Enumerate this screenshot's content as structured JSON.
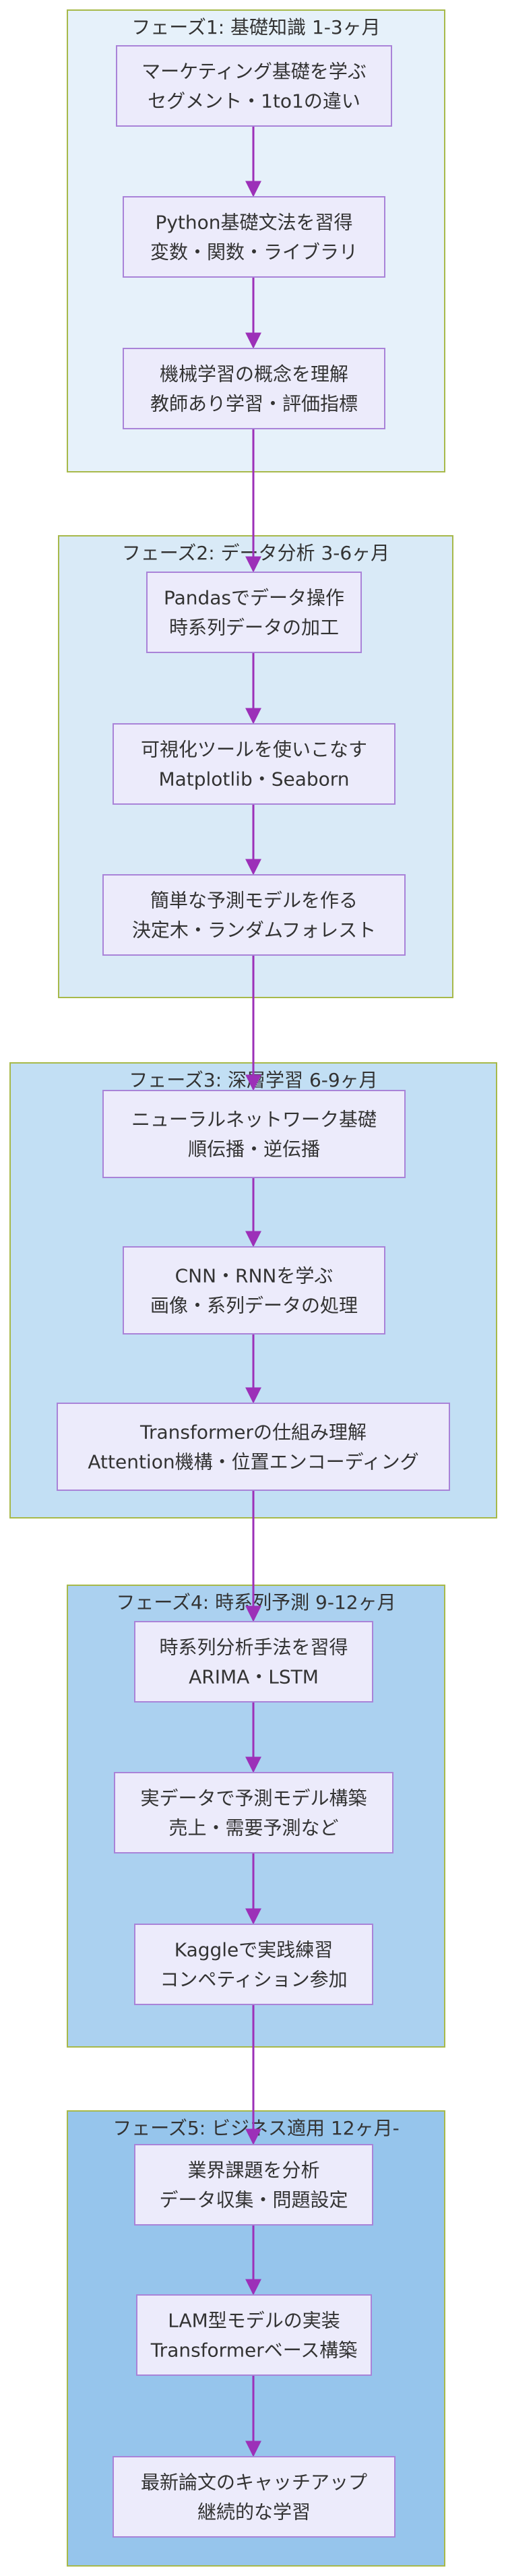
{
  "phases": [
    {
      "title": "フェーズ1: 基礎知識 1-3ヶ月",
      "fill": "#e6f1fa",
      "nodes": [
        {
          "lines": [
            "マーケティング基礎を学ぶ",
            "セグメント・1to1の違い"
          ]
        },
        {
          "lines": [
            "Python基礎文法を習得",
            "変数・関数・ライブラリ"
          ]
        },
        {
          "lines": [
            "機械学習の概念を理解",
            "教師あり学習・評価指標"
          ]
        }
      ]
    },
    {
      "title": "フェーズ2: データ分析 3-6ヶ月",
      "fill": "#d9eaf7",
      "nodes": [
        {
          "lines": [
            "Pandasでデータ操作",
            "時系列データの加工"
          ]
        },
        {
          "lines": [
            "可視化ツールを使いこなす",
            "Matplotlib・Seaborn"
          ]
        },
        {
          "lines": [
            "簡単な予測モデルを作る",
            "決定木・ランダムフォレスト"
          ]
        }
      ]
    },
    {
      "title": "フェーズ3: 深層学習 6-9ヶ月",
      "fill": "#c2dff4",
      "nodes": [
        {
          "lines": [
            "ニューラルネットワーク基礎",
            "順伝播・逆伝播"
          ]
        },
        {
          "lines": [
            "CNN・RNNを学ぶ",
            "画像・系列データの処理"
          ]
        },
        {
          "lines": [
            "Transformerの仕組み理解",
            "Attention機構・位置エンコーディング"
          ]
        }
      ]
    },
    {
      "title": "フェーズ4: 時系列予測 9-12ヶ月",
      "fill": "#abd1f0",
      "nodes": [
        {
          "lines": [
            "時系列分析手法を習得",
            "ARIMA・LSTM"
          ]
        },
        {
          "lines": [
            "実データで予測モデル構築",
            "売上・需要予測など"
          ]
        },
        {
          "lines": [
            "Kaggleで実践練習",
            "コンペティション参加"
          ]
        }
      ]
    },
    {
      "title": "フェーズ5: ビジネス適用 12ヶ月-",
      "fill": "#96c5ec",
      "nodes": [
        {
          "lines": [
            "業界課題を分析",
            "データ収集・問題設定"
          ]
        },
        {
          "lines": [
            "LAM型モデルの実装",
            "Transformerベース構築"
          ]
        },
        {
          "lines": [
            "最新論文のキャッチアップ",
            "継続的な学習"
          ]
        }
      ]
    }
  ],
  "colors": {
    "cluster_border": "#a7b94a",
    "node_fill": "#ecebfb",
    "node_border": "#a983d8",
    "edge": "#9c30b8",
    "text": "#333333"
  }
}
